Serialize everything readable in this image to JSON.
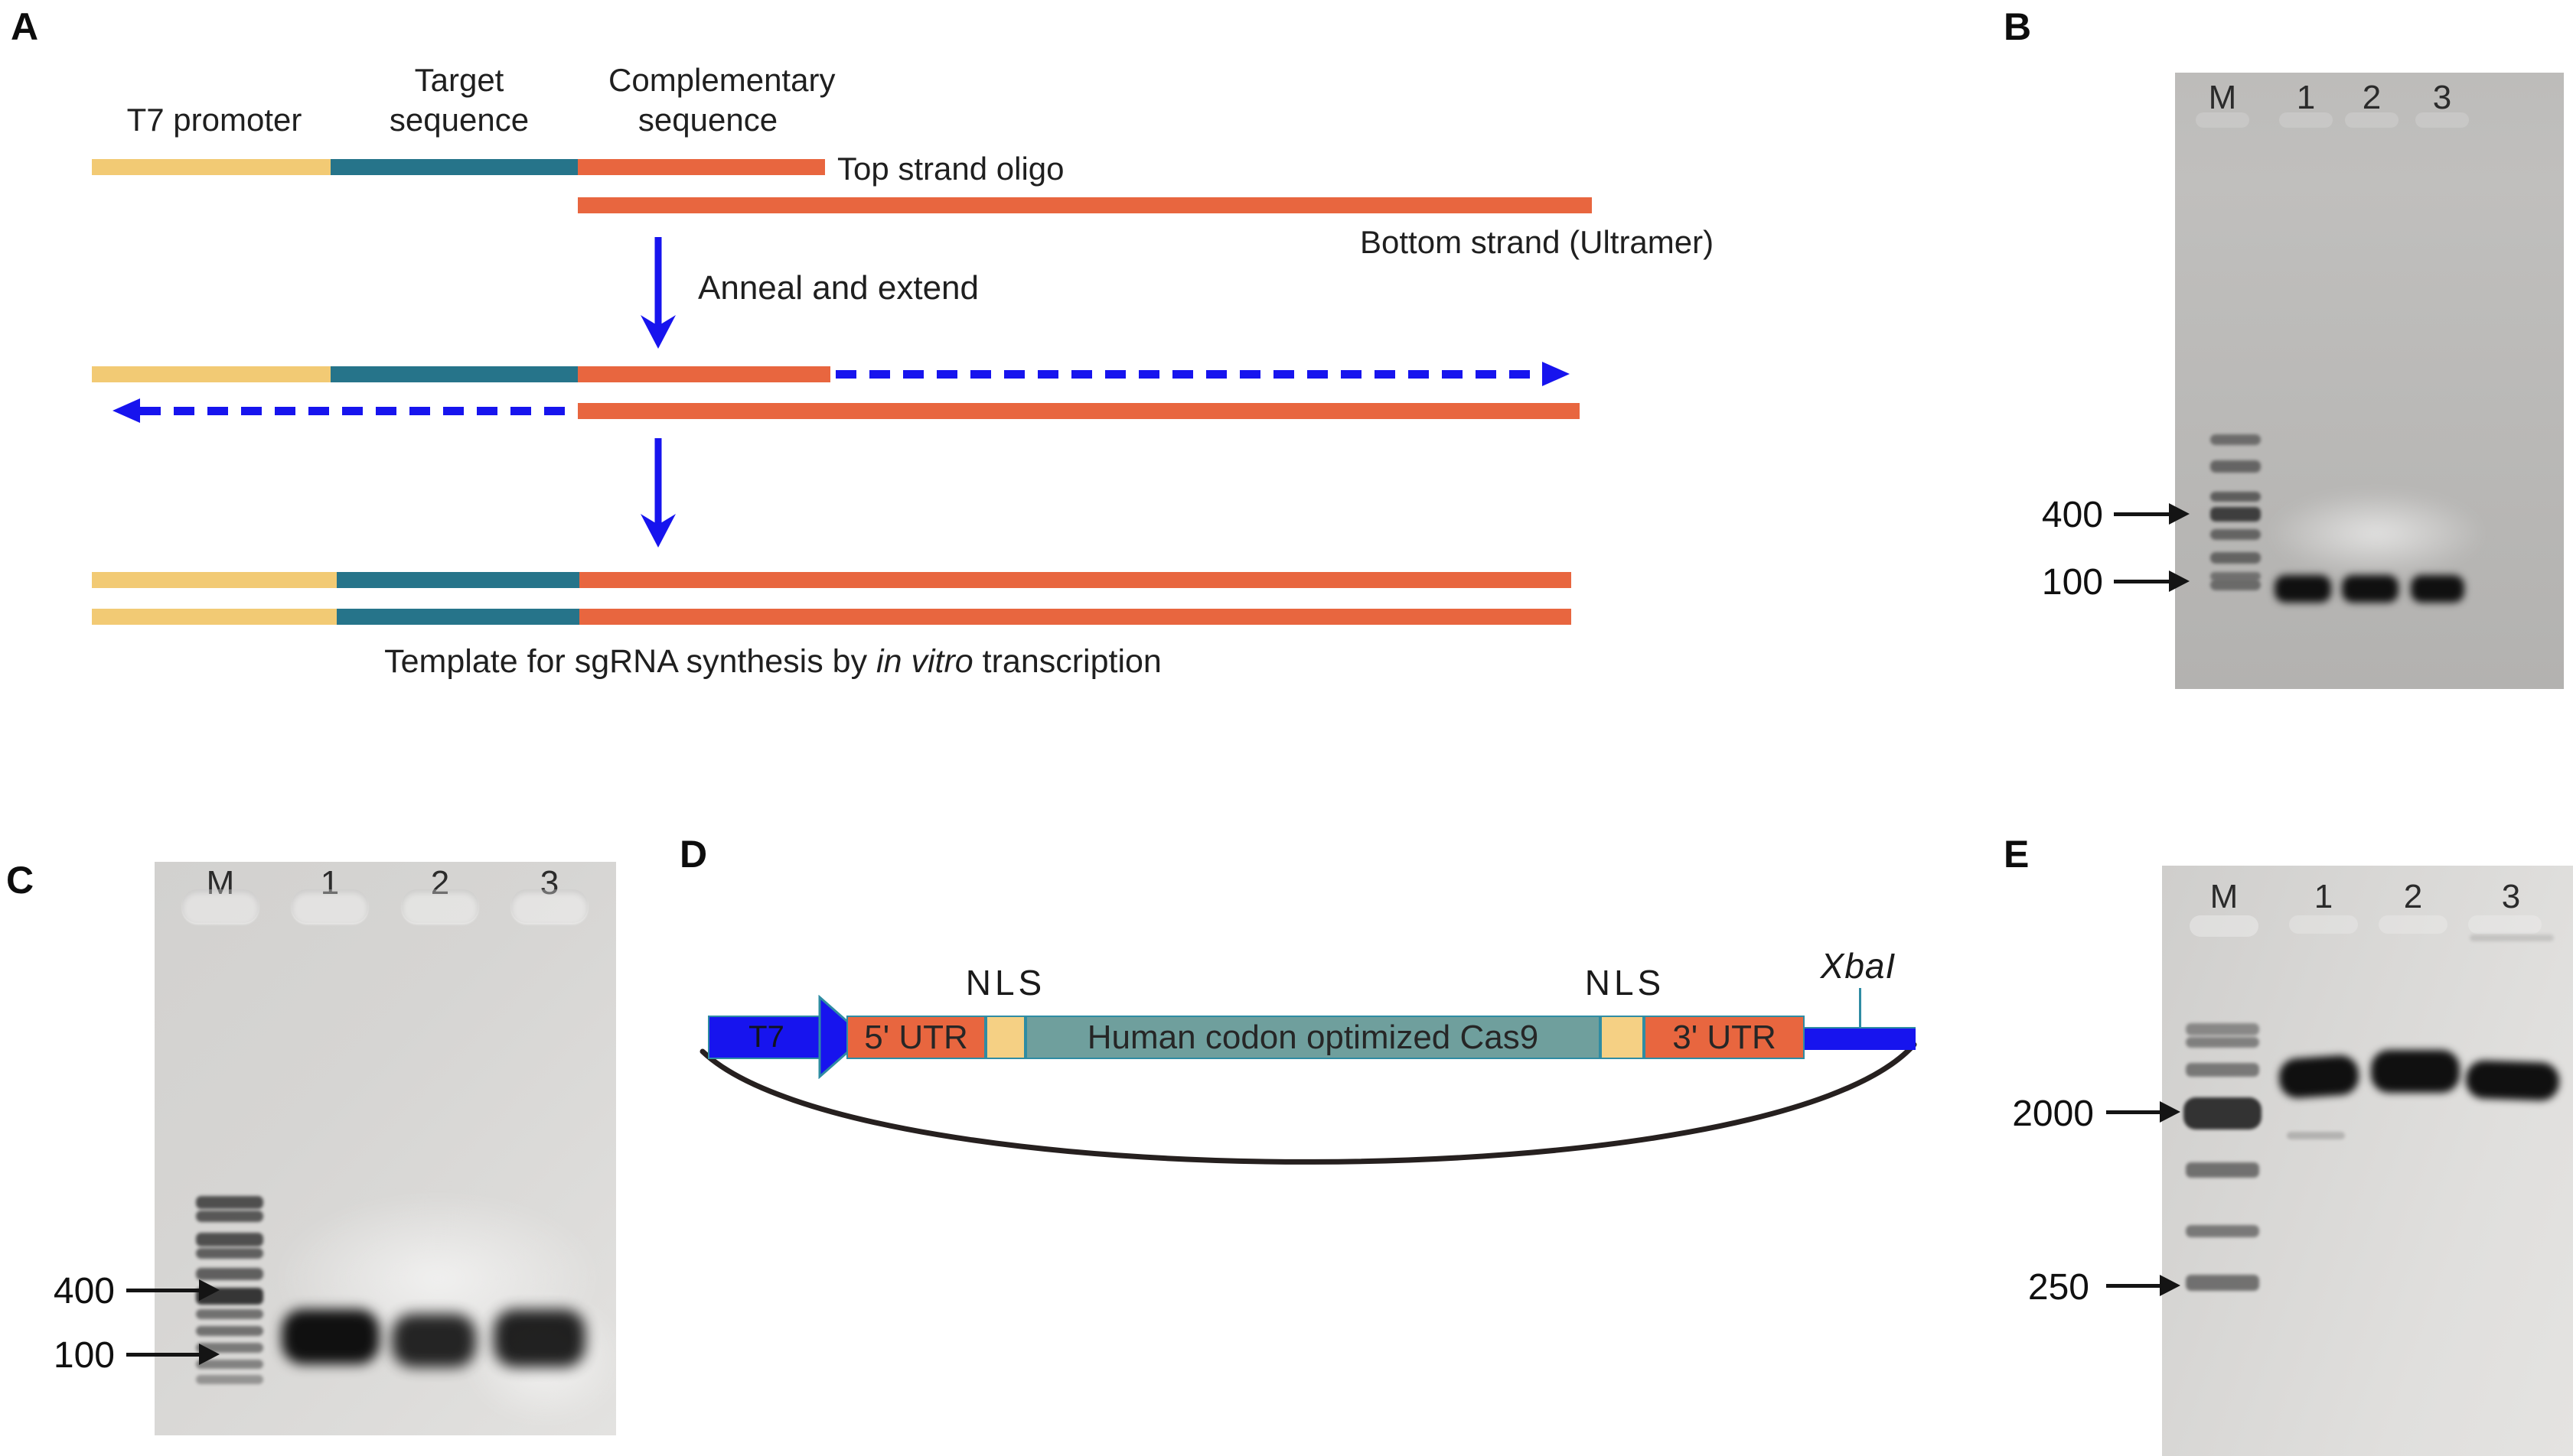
{
  "panelA": {
    "label": "A",
    "t7_promoter": "T7 promoter",
    "target_line1": "Target",
    "target_line2": "sequence",
    "complementary_line1": "Complementary",
    "complementary_line2": "sequence",
    "top_strand_label": "Top strand oligo",
    "bottom_strand_label": "Bottom strand (Ultramer)",
    "anneal_label": "Anneal and extend",
    "caption_pre": "Template for sgRNA synthesis by ",
    "caption_italic": "in vitro",
    "caption_post": " transcription"
  },
  "panelB": {
    "label": "B",
    "lanes": [
      "M",
      "1",
      "2",
      "3"
    ],
    "marker_top": "400",
    "marker_bottom": "100"
  },
  "panelC": {
    "label": "C",
    "lanes": [
      "M",
      "1",
      "2",
      "3"
    ],
    "marker_top": "400",
    "marker_bottom": "100"
  },
  "panelD": {
    "label": "D",
    "t7": "T7",
    "utr5": "5' UTR",
    "nls_left": "NLS",
    "cas9": "Human codon optimized Cas9",
    "nls_right": "NLS",
    "utr3": "3' UTR",
    "restriction_site": "XbaI"
  },
  "panelE": {
    "label": "E",
    "lanes": [
      "M",
      "1",
      "2",
      "3"
    ],
    "marker_top": "2000",
    "marker_bottom": "250"
  },
  "colors": {
    "strand_yellow": "#f2ca74",
    "strand_teal": "#26748a",
    "strand_orange": "#e8663f",
    "arrow_blue": "#1714ee",
    "cas9_fill": "#6f9f9d",
    "construct_border": "#2f8ca3",
    "construct_yellow": "#f5d084",
    "plasmid_line": "#26201f"
  }
}
